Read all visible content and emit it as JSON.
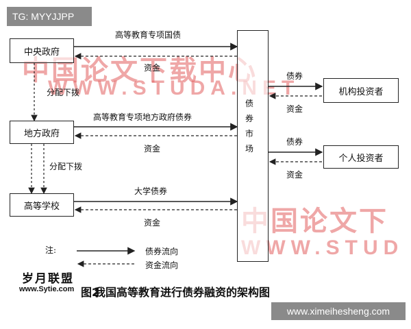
{
  "tag": "TG: MYYJJPP",
  "watermark": {
    "cn_text": "中国论文下载中心",
    "cn_text_short": "中国论文下",
    "url": "WWW.STUDA.NET",
    "url_short": "WWW.STUD"
  },
  "nodes": {
    "central_gov": "中央政府",
    "local_gov": "地方政府",
    "university": "高等学校",
    "market": [
      "债",
      "券",
      "市",
      "场"
    ],
    "institutional": "机构投资者",
    "individual": "个人投资者"
  },
  "flows": {
    "central_bond": "高等教育专项国债",
    "central_fund": "资金",
    "alloc_1": "分配下拨",
    "local_bond": "高等教育专项地方政府债券",
    "local_fund": "资金",
    "alloc_2": "分配下拨",
    "univ_bond": "大学债券",
    "univ_fund": "资金",
    "inst_bond": "债券",
    "inst_fund": "资金",
    "indiv_bond": "债券",
    "indiv_fund": "资金"
  },
  "legend": {
    "title": "注:",
    "bond_flow": "债券流向",
    "fund_flow": "资金流向"
  },
  "caption": {
    "prefix": "图2",
    "text": "我国高等教育进行债券融资的架构图"
  },
  "brand": {
    "name": "岁月联盟",
    "url": "www.Sytie.com"
  },
  "footer_url": "www.ximeihesheng.com"
}
